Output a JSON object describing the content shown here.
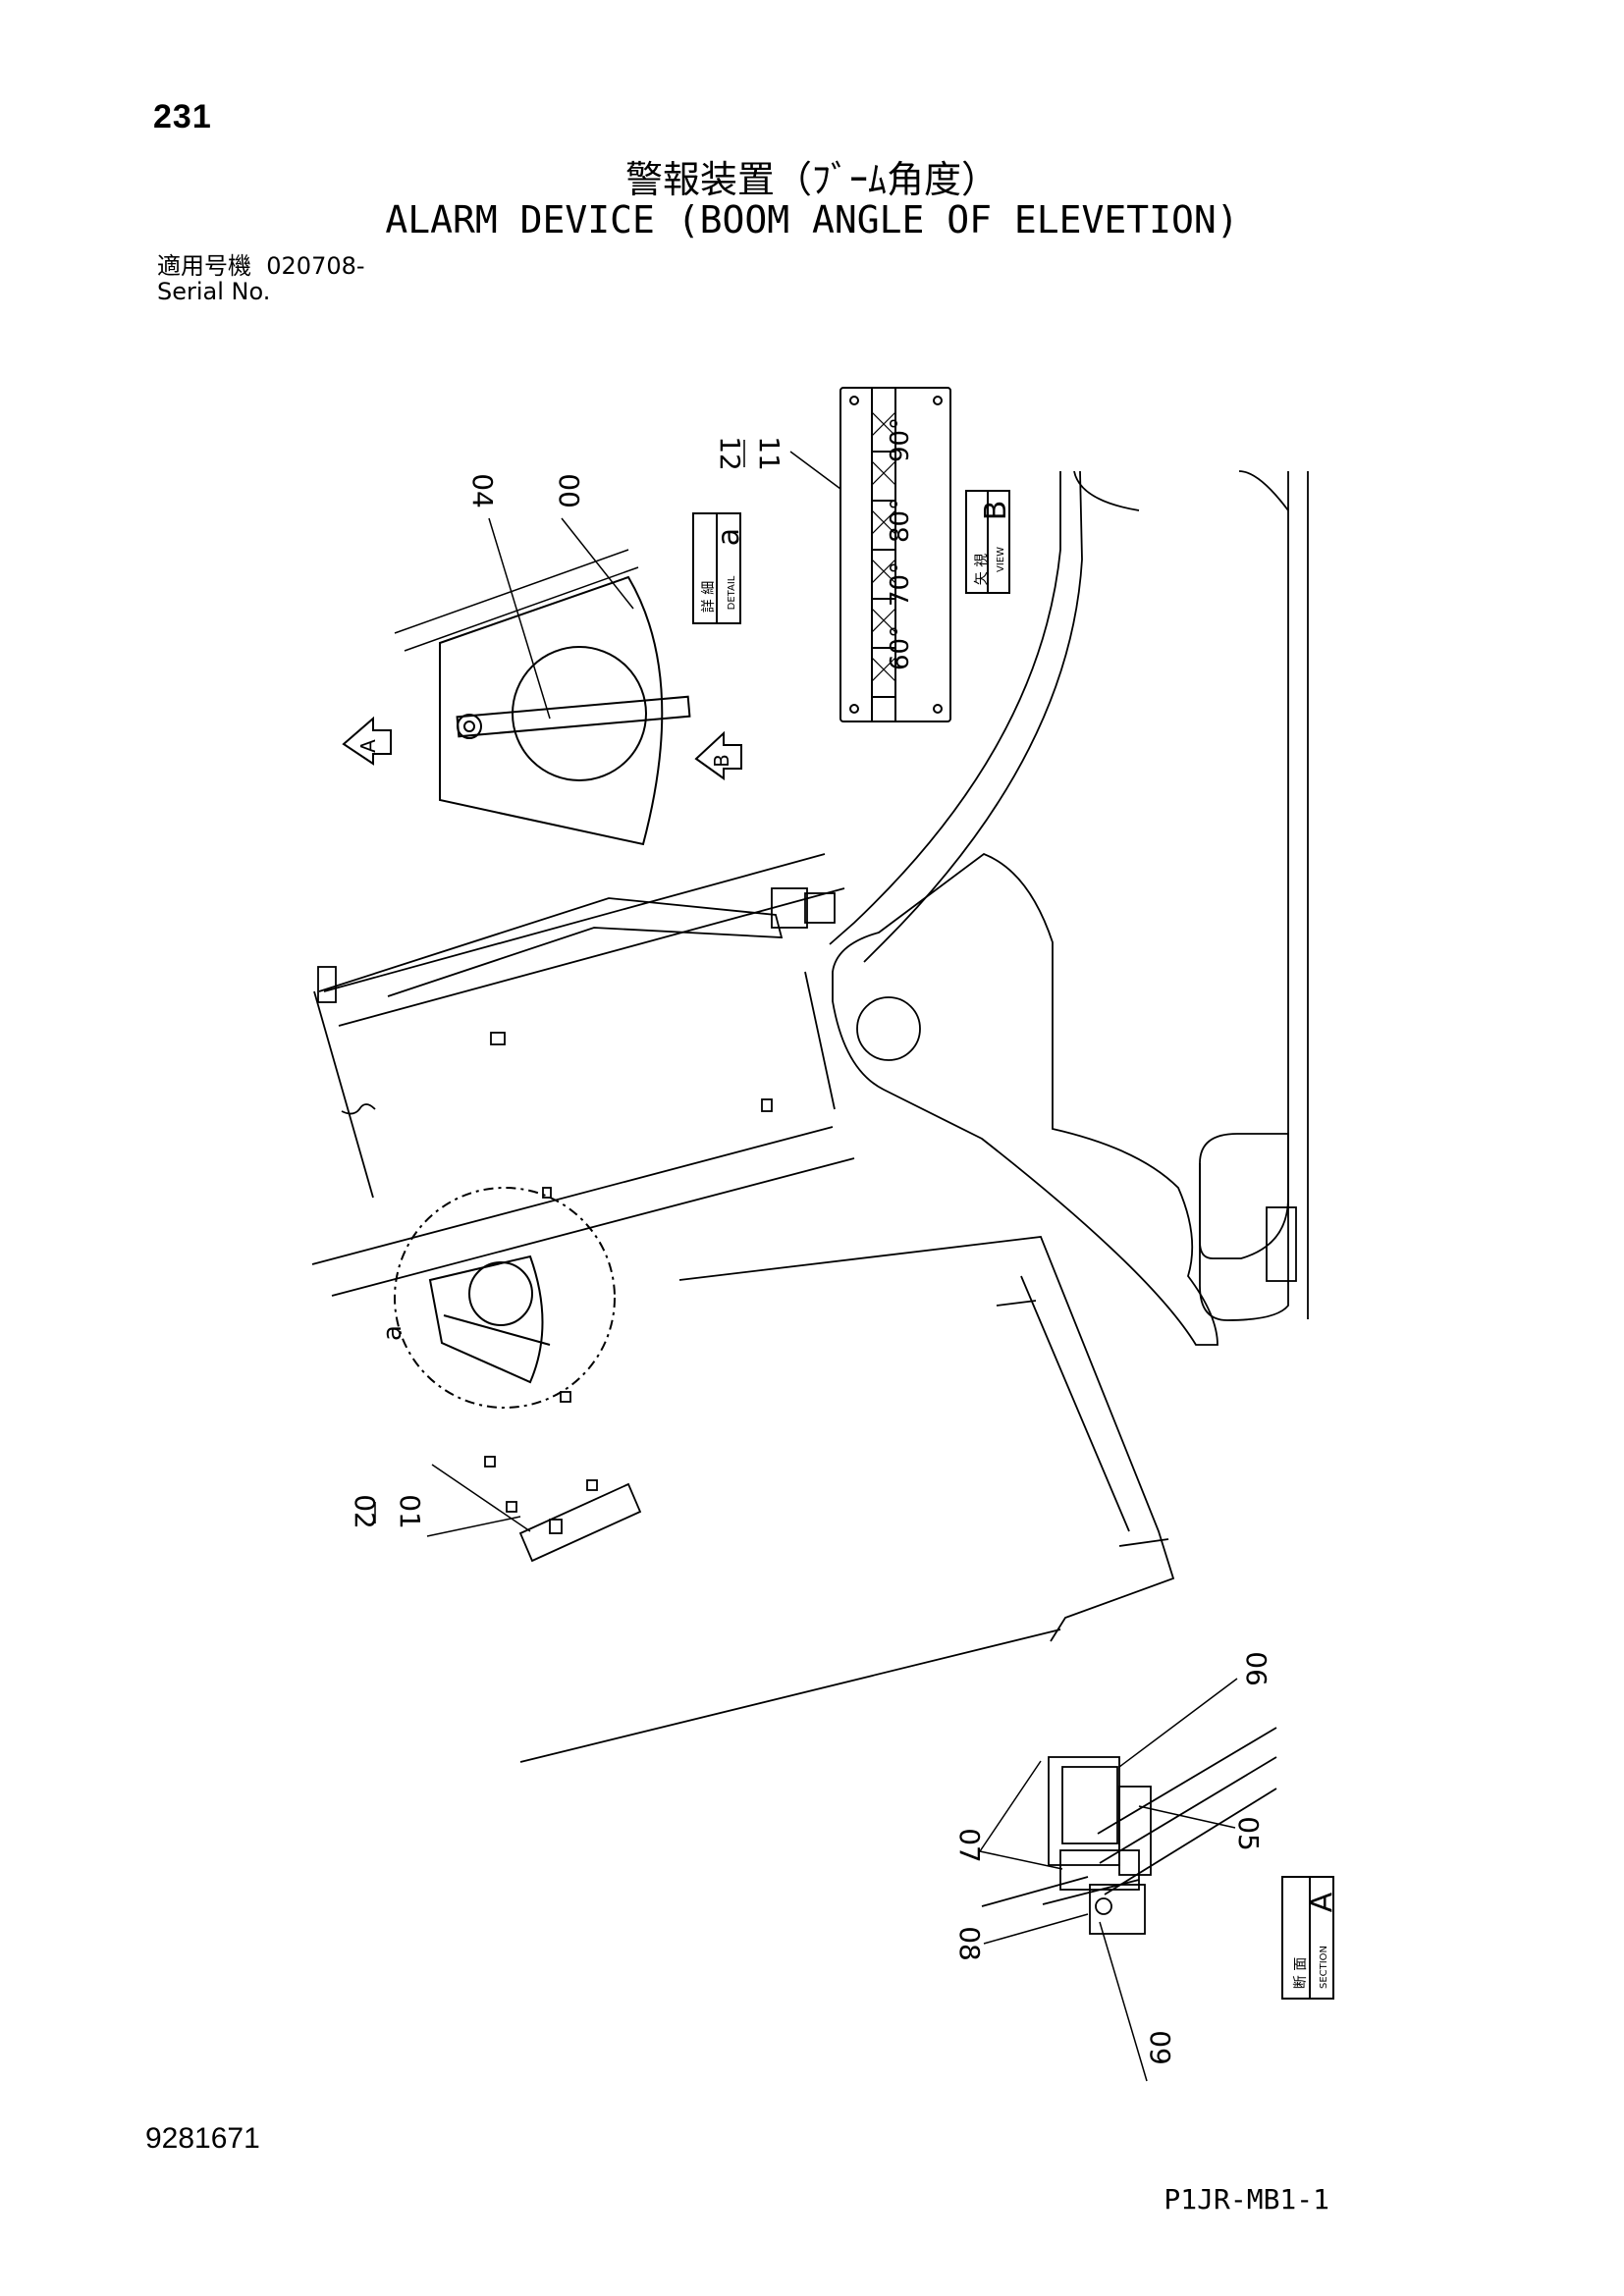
{
  "header": {
    "page_number": "231",
    "title_jp": "警報装置（ﾌﾞｰﾑ角度）",
    "title_en": "ALARM DEVICE (BOOM ANGLE OF ELEVETION)",
    "serial_label_jp": "適用号機",
    "serial_value": "020708-",
    "serial_label_en": "Serial No."
  },
  "views": {
    "detail": {
      "label_jp": "詳 細",
      "label_en": "DETAIL",
      "letter": "a"
    },
    "view": {
      "label_jp": "矢 視",
      "label_en": "VIEW",
      "letter": "B"
    },
    "section": {
      "label_jp": "断 面",
      "label_en": "SECTION",
      "letter": "A"
    },
    "detail_callout": "a",
    "arrow_a": "A",
    "arrow_b": "B"
  },
  "angle_plate": {
    "marks": [
      "90°",
      "80°",
      "70°",
      "60°"
    ]
  },
  "part_callouts": {
    "p00": "00",
    "p04": "04",
    "p12_11": "12\n11",
    "p12": "12",
    "p11": "11",
    "p02": "02",
    "p01": "01",
    "p05": "05",
    "p06": "06",
    "p07": "07",
    "p08": "08",
    "p09": "09"
  },
  "footer": {
    "doc_number": "9281671",
    "page_code": "P1JR-MB1-1"
  }
}
